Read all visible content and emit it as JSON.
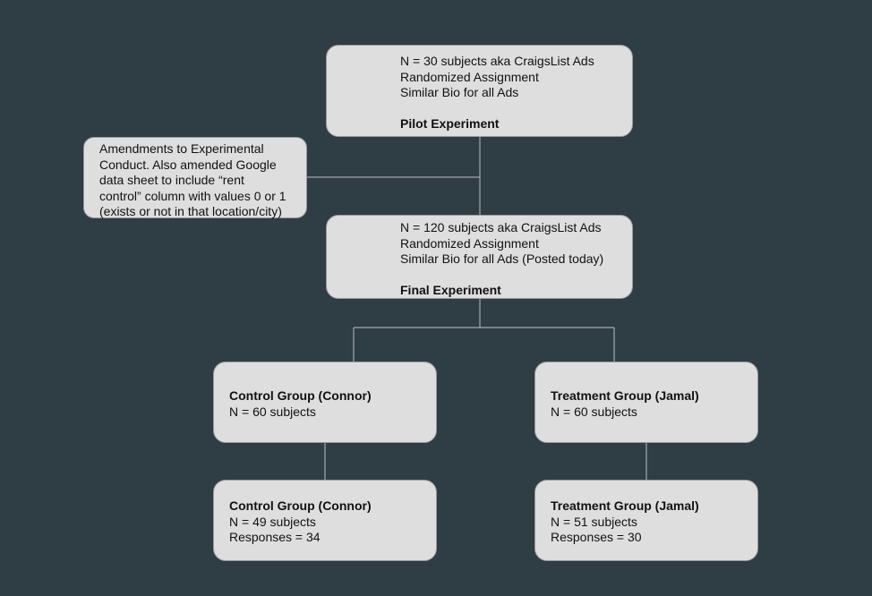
{
  "pilot": {
    "line1": "N = 30 subjects aka CraigsList Ads",
    "line2": "Randomized Assignment",
    "line3": "Similar Bio for all Ads",
    "title": "Pilot Experiment"
  },
  "amendment": {
    "line1": "Amendments to Experimental",
    "line2": "Conduct. Also amended Google",
    "line3": "data sheet to include “rent",
    "line4": "control” column with values 0 or 1",
    "line5": "(exists or not in that location/city)"
  },
  "final": {
    "line1": "N = 120 subjects aka CraigsList Ads",
    "line2": "Randomized Assignment",
    "line3": "Similar Bio for all Ads (Posted today)",
    "title": "Final Experiment"
  },
  "control_initial": {
    "title": "Control Group (Connor)",
    "n": "N = 60 subjects"
  },
  "treatment_initial": {
    "title": "Treatment Group (Jamal)",
    "n": "N = 60 subjects"
  },
  "control_final": {
    "title": "Control Group (Connor)",
    "n": "N = 49 subjects",
    "responses": "Responses = 34"
  },
  "treatment_final": {
    "title": "Treatment Group (Jamal)",
    "n": "N = 51 subjects",
    "responses": "Responses = 30"
  },
  "colors": {
    "background": "#2f3d45",
    "box_fill": "#dedede",
    "connector": "#a9a9a9"
  }
}
